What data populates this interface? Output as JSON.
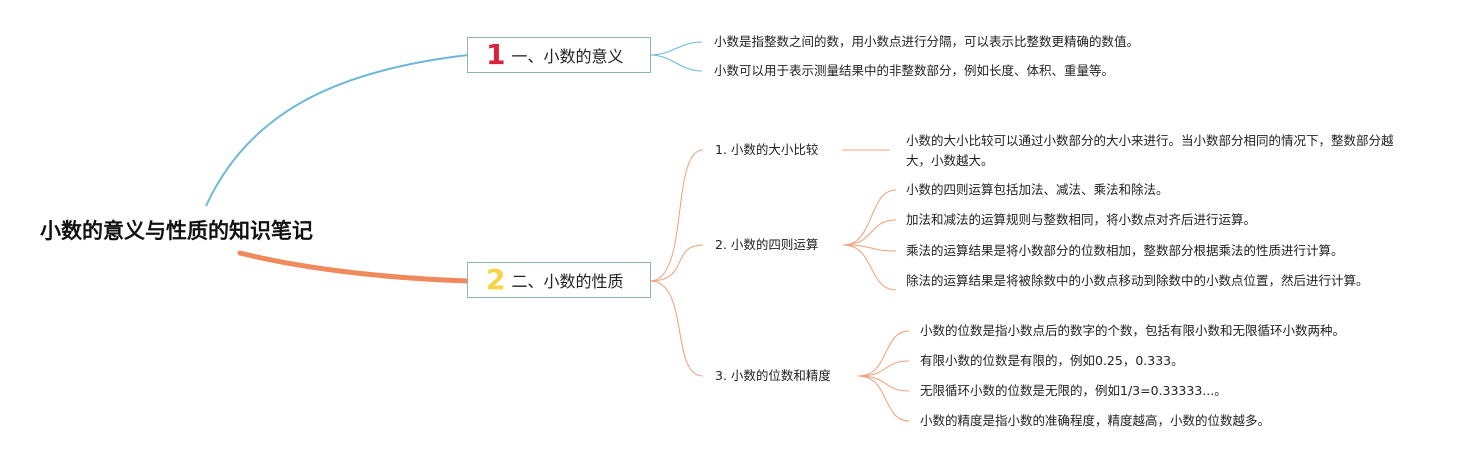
{
  "colors": {
    "branch1_line": "#6fb7db",
    "branch2_line": "#f08a5d",
    "branch1_number": "#d9233a",
    "branch2_number": "#f6d445",
    "box_border": "#8fb4b8",
    "leaf_line": "#f0a07a"
  },
  "root": {
    "title": "小数的意义与性质的知识笔记"
  },
  "branches": [
    {
      "number": "1",
      "label": "一、小数的意义",
      "leaves": [
        "小数是指整数之间的数，用小数点进行分隔，可以表示比整数更精确的数值。",
        "小数可以用于表示测量结果中的非整数部分，例如长度、体积、重量等。"
      ]
    },
    {
      "number": "2",
      "label": "二、小数的性质",
      "subs": [
        {
          "label": "1. 小数的大小比较",
          "leaves": [
            "小数的大小比较可以通过小数部分的大小来进行。当小数部分相同的情况下，整数部分越大，小数越大。"
          ]
        },
        {
          "label": "2. 小数的四则运算",
          "leaves": [
            "小数的四则运算包括加法、减法、乘法和除法。",
            "加法和减法的运算规则与整数相同，将小数点对齐后进行运算。",
            "乘法的运算结果是将小数部分的位数相加，整数部分根据乘法的性质进行计算。",
            "除法的运算结果是将被除数中的小数点移动到除数中的小数点位置，然后进行计算。"
          ]
        },
        {
          "label": "3. 小数的位数和精度",
          "leaves": [
            "小数的位数是指小数点后的数字的个数，包括有限小数和无限循环小数两种。",
            "有限小数的位数是有限的，例如0.25，0.333。",
            "无限循环小数的位数是无限的，例如1/3=0.33333...。",
            "小数的精度是指小数的准确程度，精度越高，小数的位数越多。"
          ]
        }
      ]
    }
  ]
}
